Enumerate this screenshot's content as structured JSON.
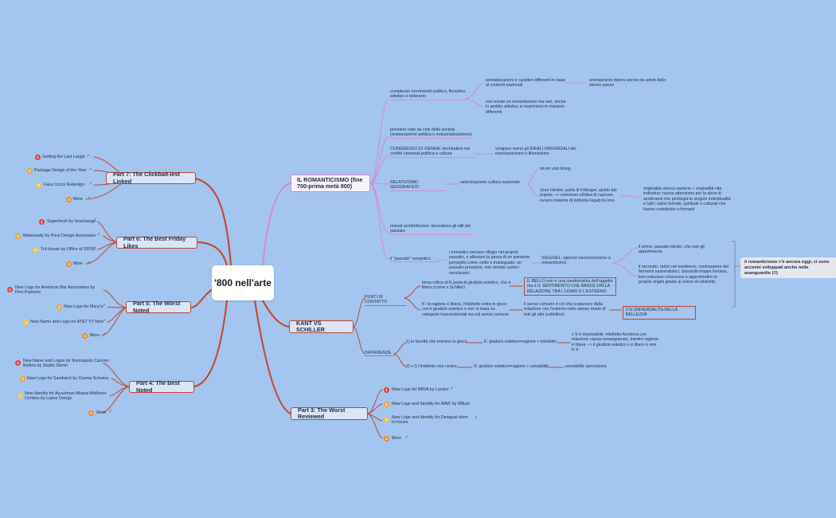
{
  "central_topic": "'800 nell'arte",
  "icons": {
    "bullet": "numbered-circle-icon",
    "link": "external-link-icon"
  },
  "colors": {
    "background": "#a3c5f0",
    "branch_red": "#c2452a",
    "branch_pink": "#d68ac6",
    "bullet_1": "#e04040",
    "bullet_2": "#f0a830",
    "bullet_3": "#f2c440",
    "bullet_4": "#f08a20"
  },
  "left_branches": {
    "part7": {
      "title": "Part 7: The Clickbait-iest Linked",
      "items": [
        "Getting the Last Laugh",
        "Package Design of the Year",
        "Faux Crocs Redesign",
        "More"
      ]
    },
    "part6": {
      "title": "Part 6: The Best Friday Likes",
      "items": [
        "Superfresh by Seachange",
        "Makeready by Pock Design Associates",
        "Trit House by Office of SPOD",
        "More"
      ]
    },
    "part5": {
      "title": "Part 5: The Worst Noted",
      "items": [
        "New Logo for American Bar Association by Firm Partners",
        "New Logo for Macy's",
        "New Name and Logo for AT&T TV Now",
        "More"
      ]
    },
    "part4": {
      "title": "Part 4: The Best Noted",
      "items": [
        "New Name and Logos for Kannapolis Cannon Ballers by Studio Simon",
        "New Logo for Sandwich by Cosma Schema",
        "New Identity for Ayushman Bharat Wellness Centers by Lopez Design",
        "More"
      ]
    }
  },
  "romanticismo": {
    "title": "IL ROMANTICISMO (fine 700-prima metà 800)",
    "n1": "complesso movimento politico, filosofico, artistico e letterario",
    "n1a": "periodizzazioni e caratteri differenti in base al contesti nazionali",
    "n1a1": "orientamenti diversi anche tra artisti dello stesso paese",
    "n1b": "non esiste un romanticismo ma vari, anche in ambito artistico si esprimono in maniere differenti",
    "n2": "pensiero nato da crisi della società (restaurazione politica e industrializzazione)",
    "n3": "CONGRESSO DI VIENNA: rinchiudere nei confini nazionali politica e cultura",
    "n3a": "vengono meno gli IDEALI UNIVERSALI del neoclassicismo e illuminismo",
    "n4": "RELATIVISMO GEOGRAFICO",
    "n4a": "valorizzazione cultura nazionale",
    "n4a1": "strum und drang",
    "n4a2": "Jean Herder: parla di Folkegel, spirito del popolo --> connesso all'idea di nazione, ovvero insieme di individui legati tra loro",
    "n4a2a": "originalità storica nazione + originalità vita individuo: nuova attenzione per la sfera di sentimenti che privilegia le singole individualità e tutti i valori formali, spirituali e culturali che hanno contribuito a formarli",
    "n5": "revival architettonico: riprendono gli stili del passato",
    "n6": "il \"passato\" romantico",
    "n6a": "i romantici cercano rifugio nel proprio passato, e alleviare la paura di un presente percepito come ostile e inadeguato: un passato prossimo, non remoto come i neoclassici",
    "n6a1": "SHLEGEL: oppone neoclassicismo a romanticismo",
    "n6a1a": "il primo: passato ideale, che non gli appartoneva",
    "n6a1b": "il secondo: radici nel medioevo, continuatore dei fermenti nazionalistici; classicità troppo lontana, loro volevano conoscere e approfondire le proprie origini grazie al senso di relatività",
    "callout": "il romanticismo c'è ancora oggi, ci sono accenni sviluppati anche nelle avanguardie (!!)"
  },
  "kant": {
    "title": "KANT VS SCHILLER",
    "pc": "PUNTI DI CONTATTO",
    "pc1": "terza critica di K parla di giudizio estetico, che è libero (come x Schiller)",
    "pc1a": "IL BELLO non è una caratteristica dell'oggetto ma è IL SENTIMENTO CHE NASCE DALLA RELAZIONE TRA L'UOMO E L'ESTERNO",
    "pc2": "K: la ragione è libera, l'intelletto entra in gioco con il giudizio estetico e non si basa su categorie trascendentali ma sul senso comune",
    "pc2a": "il senso comune è ciò che scaturisce dalla relazione con l'esterno nello stesso modo di tutti gli altri (collettivo)",
    "pc2a1": "C'è UNIVERSALITà NELLA BELLEZZA",
    "diff": "DIFFERENZE",
    "d1": "1) le facoltà che entrano in gioco",
    "d1a": "K: giudizio estetico=ragione + intelletto",
    "d1a1": "x S è impossibile: intelletto funziona con relazione causa-conseguenza, mentre ragione è libera --> il giudizio estetico o è libero o non lo è",
    "d2": "2) x S l'intelletto non centra",
    "d2a": "S: giudizio estetico=ragione + sensibilità",
    "d2a1": "sensibilità: percezione"
  },
  "part3": {
    "title": "Part 3: The Worst Reviewed",
    "items": [
      "New Logo for BBVA by Landor",
      "New Logo and Identity for MAIF by W&cie",
      "New Logo and Identity for Desigual done In-house",
      "More"
    ]
  }
}
